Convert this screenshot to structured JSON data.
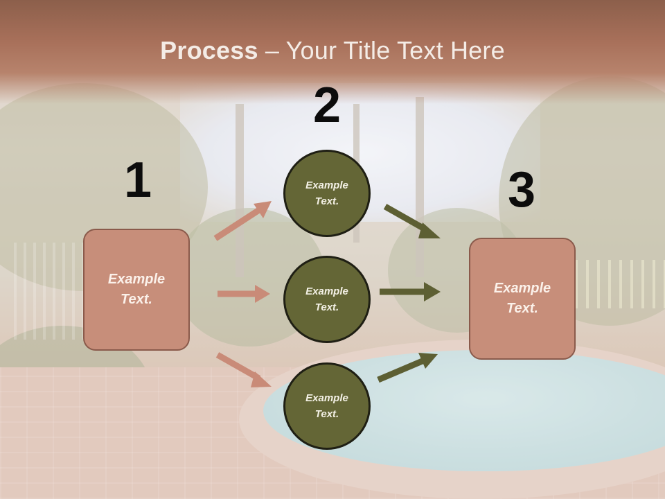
{
  "slide": {
    "title_bold": "Process",
    "title_rest": " – Your Title Text Here"
  },
  "numbers": [
    "1",
    "2",
    "3"
  ],
  "left_box": {
    "text": "Example\nText."
  },
  "right_box": {
    "text": "Example\nText."
  },
  "circles": [
    {
      "text": "Example\nText."
    },
    {
      "text": "Example\nText."
    },
    {
      "text": "Example\nText."
    }
  ],
  "colors": {
    "title_band": "#a8705a",
    "box_fill": "#c78e7a",
    "circle_fill": "#646636",
    "arrow_left": "#c98b78",
    "arrow_right": "#5d5f33"
  }
}
